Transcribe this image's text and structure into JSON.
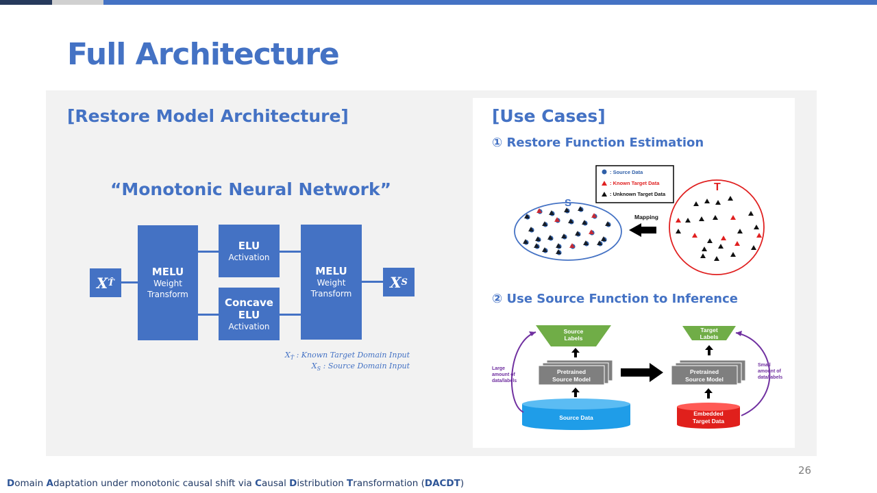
{
  "slide": {
    "title": "Full Architecture",
    "page_number": "26"
  },
  "left_panel": {
    "heading": "[Restore Model Architecture]",
    "network_title": "“Monotonic Neural Network”",
    "input_symbol": "X",
    "input_subscript": "T̂",
    "output_symbol": "X",
    "output_subscript": "S",
    "blocks": {
      "melu1": {
        "line1": "MELU",
        "line2": "Weight",
        "line3": "Transform"
      },
      "elu": {
        "line1": "ELU",
        "line2": "Activation"
      },
      "concave": {
        "line1": "Concave",
        "line2": "ELU",
        "line3": "Activation"
      },
      "melu2": {
        "line1": "MELU",
        "line2": "Weight",
        "line3": "Transform"
      }
    },
    "legend": {
      "row1_symbol": "X",
      "row1_sub": "T̂",
      "row1_text": " : Known Target Domain Input",
      "row2_symbol": "X",
      "row2_sub": "S",
      "row2_text": " : Source Domain Input"
    }
  },
  "right_panel": {
    "heading": "[Use Cases]",
    "case1": "① Restore Function Estimation",
    "case2": "② Use Source Function to Inference",
    "scatter": {
      "legend_source": ": Source Data",
      "legend_known": ": Known Target Data",
      "legend_unknown": ": Unknown Target Data",
      "label_s": "S",
      "label_t": "T",
      "mapping": "Mapping",
      "colors": {
        "source": "#2f5fa8",
        "known": "#e02020",
        "unknown": "#111111",
        "ellipse_s": "#4472c4",
        "circle_t": "#e02020"
      }
    },
    "inference": {
      "source_labels_1": "Source",
      "source_labels_2": "Labels",
      "target_labels_1": "Target",
      "target_labels_2": "Labels",
      "pretrained_1": "Pretrained",
      "pretrained_2": "Source Model",
      "source_data": "Source Data",
      "embedded_1": "Embedded",
      "embedded_2": "Target Data",
      "large_1": "Large",
      "large_2": "amount of",
      "large_3": "data/labels",
      "small_1": "Small",
      "small_2": "amount of",
      "small_3": "data/labels"
    }
  },
  "footer": {
    "parts": [
      {
        "text": "D",
        "b": true
      },
      {
        "text": "omain ",
        "b": false
      },
      {
        "text": "A",
        "b": true
      },
      {
        "text": "daptation under monotonic causal shift via ",
        "b": false
      },
      {
        "text": "C",
        "b": true
      },
      {
        "text": "ausal ",
        "b": false
      },
      {
        "text": "D",
        "b": true
      },
      {
        "text": "istribution ",
        "b": false
      },
      {
        "text": "T",
        "b": true
      },
      {
        "text": "ransformation (",
        "b": false
      },
      {
        "text": "DACDT",
        "b": true
      },
      {
        "text": ")",
        "b": false
      }
    ]
  },
  "colors": {
    "accent": "#4472c4",
    "panel": "#f2f2f2",
    "green": "#70ad47",
    "grey_block": "#7f7f7f",
    "blue_cylinder": "#1f9de8",
    "red_cylinder": "#e0201c",
    "purple_arrow": "#7030a0"
  }
}
